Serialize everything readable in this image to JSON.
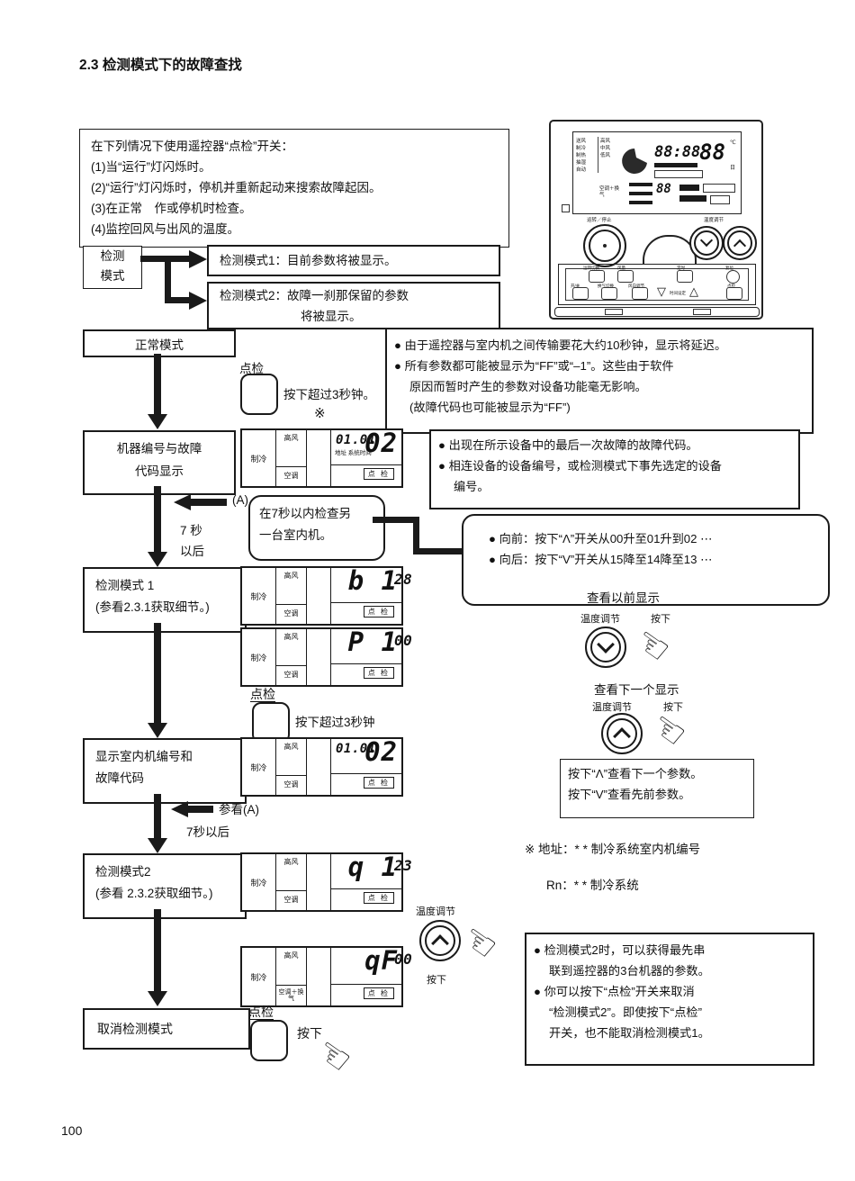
{
  "page": {
    "title": "2.3 检测模式下的故障查找",
    "number": "100"
  },
  "intro": {
    "lines": [
      "在下列情况下使用遥控器“点检”开关：",
      "(1)当“运行”灯闪烁时。",
      "(2)“运行”灯闪烁时，停机并重新起动来搜索故障起因。",
      "(3)在正常　作或停机时检查。",
      "(4)监控回风与出风的温度。"
    ]
  },
  "icons": {
    "hand": "☜"
  },
  "remote": {
    "power_label": "运转／停止",
    "temp_label": "温度调节",
    "lcd": {
      "modes": [
        "送风",
        "制冷",
        "制热",
        "抽湿",
        "自动"
      ],
      "fans": [
        "高风",
        "中风",
        "低风"
      ],
      "vent": "空调＋换气",
      "time": "88:88",
      "temp": "88",
      "unit": "℃",
      "day": "日"
    },
    "buttons": {
      "mode": "运转切换",
      "fan": "风量",
      "timer": "定时",
      "reset": "复位",
      "onoff": "开/关",
      "vent": "换气切换",
      "louver": "风向调节",
      "time": "时间设定",
      "check": "点检",
      "tri_dn": "▽",
      "tri_up": "△"
    }
  },
  "flow": {
    "mode_box_l1": "检测",
    "mode_box_l2": "模式",
    "branch1": "检测模式1：目前参数将被显示。",
    "branch2_l1": "检测模式2：故障一刹那保留的参数",
    "branch2_l2": "将被显示。",
    "normal": "正常模式",
    "check": "点检",
    "press_3s": "按下超过3秒钟。",
    "press_3s_2": "按下超过3秒钟",
    "press": "按下",
    "asterisk": "※",
    "machine_l1": "机器编号与故障",
    "machine_l2": "代码显示",
    "a_label": "(A)",
    "sec7_l1": "7 秒",
    "sec7_l2": "以后",
    "within7_l1": "在7秒以内检查另",
    "within7_l2": "一台室内机。",
    "mode1_l1": "检测模式 1",
    "mode1_l2": "(参看2.3.1获取细节。)",
    "display_l1": "显示室内机编号和",
    "display_l2": "故障代码",
    "see_a": "参看(A)",
    "after7": "7秒以后",
    "mode2_l1": "检测模式2",
    "mode2_l2": "(参看 2.3.2获取细节。)",
    "cancel": "取消检测模式"
  },
  "notes": {
    "note1": [
      "● 由于遥控器与室内机之间传输要花大约10秒钟，显示将延迟。",
      "● 所有参数都可能被显示为“FF”或“–1”。这些由于软件",
      "原因而暂时产生的参数对设备功能毫无影响。",
      "(故障代码也可能被显示为“FF”)"
    ],
    "note2": [
      "● 出现在所示设备中的最后一次故障的故障代码。",
      "● 相连设备的设备编号，或检测模式下事先选定的设备",
      "编号。"
    ],
    "updown": [
      "● 向前：按下“Λ”开关从00升至01升到02 ⋯",
      "● 向后：按下“V”开关从15降至14降至13 ⋯"
    ],
    "view_prev": "查看以前显示",
    "view_next": "查看下一个显示",
    "temp_adjust": "温度调节",
    "param_l1": "按下“Λ”查看下一个参数。",
    "param_l2": "按下“V”查看先前参数。",
    "addr_l1": "※ 地址：* * 制冷系统室内机编号",
    "addr_l2": "Rn：* * 制冷系统",
    "note3": [
      "● 检测模式2时，可以获得最先串",
      "联到遥控器的3台机器的参数。",
      "● 你可以按下“点检”开关来取消",
      "“检测模式2”。即使按下“点检”",
      "开关，也不能取消检测模式1。"
    ]
  },
  "lcds": [
    {
      "mode": "制冷",
      "fan": "高风",
      "vent": "空调",
      "sd": "01.01",
      "bd": "02",
      "sub": "地址  系统时间",
      "check": "点 检"
    },
    {
      "mode": "制冷",
      "fan": "高风",
      "vent": "空调",
      "sd": "28",
      "bd": "b 1",
      "check": "点 检"
    },
    {
      "mode": "制冷",
      "fan": "高风",
      "vent": "空调",
      "sd": "00",
      "bd": "P 1",
      "check": "点 检"
    },
    {
      "mode": "制冷",
      "fan": "高风",
      "vent": "空调",
      "sd": "01.01",
      "bd": "02",
      "check": "点 检"
    },
    {
      "mode": "制冷",
      "fan": "高风",
      "vent": "空调",
      "sd": "23",
      "bd": "q 1",
      "check": "点 检"
    },
    {
      "mode": "制冷",
      "fan": "高风",
      "vent": "空调＋换气",
      "sd": "00",
      "bd": "qF",
      "check": "点 检"
    }
  ]
}
